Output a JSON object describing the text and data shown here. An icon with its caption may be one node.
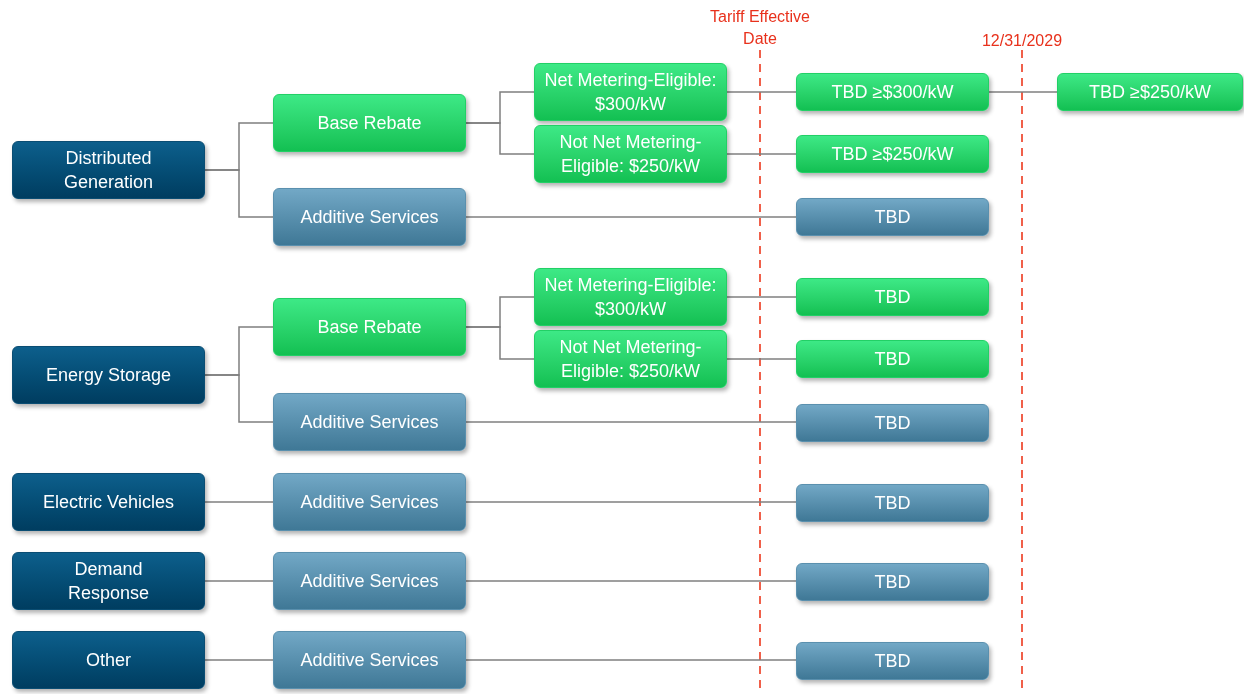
{
  "diagram": {
    "nodes": [
      {
        "text": [
          "Distributed Generation"
        ]
      },
      {
        "text": [
          "Base Rebate"
        ]
      },
      {
        "text": [
          "Net Metering-Eligible: $300/kW"
        ]
      },
      {
        "text": [
          "Not Net Metering-Eligible: $250/kW"
        ]
      },
      {
        "text": [
          "TBD ≥$300/kW"
        ]
      },
      {
        "text": [
          "TBD ≥$250/kW"
        ]
      },
      {
        "text": [
          "TBD ≥$250/kW"
        ]
      },
      {
        "text": [
          "Additive Services"
        ]
      },
      {
        "text": [
          "TBD"
        ]
      },
      {
        "text": [
          "Energy Storage"
        ]
      },
      {
        "text": [
          "Base Rebate"
        ]
      },
      {
        "text": [
          "Net Metering-Eligible: $300/kW"
        ]
      },
      {
        "text": [
          "Not Net Metering-Eligible: $250/kW"
        ]
      },
      {
        "text": [
          "TBD"
        ]
      },
      {
        "text": [
          "TBD"
        ]
      },
      {
        "text": [
          "Additive Services"
        ]
      },
      {
        "text": [
          "TBD"
        ]
      },
      {
        "text": [
          "Electric Vehicles"
        ]
      },
      {
        "text": [
          "Additive Services"
        ]
      },
      {
        "text": [
          "TBD"
        ]
      },
      {
        "text": [
          "Demand Response"
        ]
      },
      {
        "text": [
          "Additive Services"
        ]
      },
      {
        "text": [
          "TBD"
        ]
      },
      {
        "text": [
          "Other"
        ]
      },
      {
        "text": [
          "Additive Services"
        ]
      },
      {
        "text": [
          "TBD"
        ]
      }
    ],
    "edges": [
      {
        "from": 0,
        "to": 1,
        "arrow": "none"
      },
      {
        "from": 0,
        "to": 7,
        "arrow": "none"
      },
      {
        "from": 1,
        "to": 2,
        "arrow": "none"
      },
      {
        "from": 1,
        "to": 3,
        "arrow": "none"
      },
      {
        "from": 2,
        "to": 4,
        "arrow": "none"
      },
      {
        "from": 4,
        "to": 5,
        "arrow": "none"
      },
      {
        "from": 3,
        "to": 6,
        "arrow": "none"
      },
      {
        "from": 7,
        "to": 8,
        "arrow": "none"
      },
      {
        "from": 9,
        "to": 10,
        "arrow": "none"
      },
      {
        "from": 9,
        "to": 15,
        "arrow": "none"
      },
      {
        "from": 10,
        "to": 11,
        "arrow": "none"
      },
      {
        "from": 10,
        "to": 12,
        "arrow": "none"
      },
      {
        "from": 11,
        "to": 13,
        "arrow": "none"
      },
      {
        "from": 12,
        "to": 14,
        "arrow": "none"
      },
      {
        "from": 15,
        "to": 16,
        "arrow": "none"
      },
      {
        "from": 17,
        "to": 18,
        "arrow": "none"
      },
      {
        "from": 18,
        "to": 19,
        "arrow": "none"
      },
      {
        "from": 20,
        "to": 21,
        "arrow": "none"
      },
      {
        "from": 21,
        "to": 22,
        "arrow": "none"
      },
      {
        "from": 23,
        "to": 24,
        "arrow": "none"
      },
      {
        "from": 24,
        "to": 25,
        "arrow": "none"
      }
    ],
    "labels": [
      "Tariff Effective Date",
      "12/31/2029"
    ]
  }
}
